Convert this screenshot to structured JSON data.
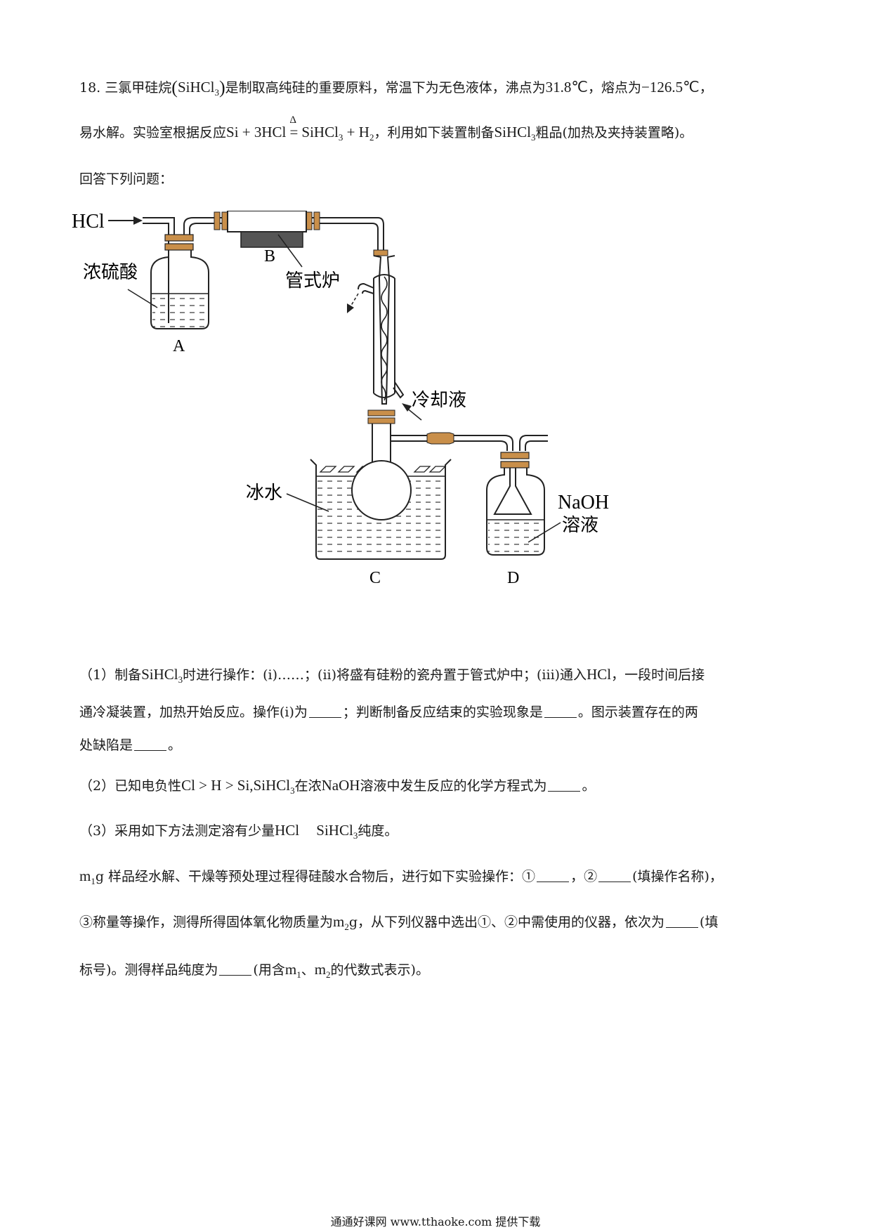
{
  "question": {
    "number": "18.",
    "intro_l1_a": "三氯甲硅烷",
    "formula_sihcl": "SiHCl",
    "sub3": "3",
    "intro_l1_b": "是制取高纯硅的重要原料，常温下为无色液体，沸点为",
    "bp": "31.8℃",
    "intro_l1_c": "，熔点为",
    "mp": "−126.5℃",
    "intro_l1_d": "，",
    "intro_l2_a": "易水解。实验室根据反应",
    "rxn_left": "Si + 3HCl",
    "delta": "Δ",
    "eq_sign": "=",
    "rxn_right_a": "SiHCl",
    "rxn_right_b": " + H",
    "sub2": "2",
    "intro_l2_b": "，利用如下装置制备",
    "intro_l2_c": "粗品(加热及夹持装置略)。",
    "intro_l3": "回答下列问题："
  },
  "diagram": {
    "hcl": "HCl",
    "acid": "浓硫酸",
    "label_a": "A",
    "label_b": "B",
    "furnace": "管式炉",
    "coolant": "冷却液",
    "ice_water": "冰水",
    "label_c": "C",
    "naoh": "NaOH",
    "solution": "溶液",
    "label_d": "D"
  },
  "part1": {
    "l1_a": "（1）制备",
    "l1_b": "时进行操作：(i)……；(ii)将盛有硅粉的瓷舟置于管式炉中；(iii)通入",
    "l1_hcl": "HCl",
    "l1_c": "，一段时间后接",
    "l2_a": "通冷凝装置，加热开始反应。操作(i)为",
    "l2_b": "；判断制备反应结束的实验现象是",
    "l2_c": "。图示装置存在的两",
    "l3_a": "处缺陷是",
    "l3_b": "。"
  },
  "part2": {
    "a": "（2）已知电负性",
    "b": "Cl > H > Si,",
    "c": "在浓",
    "naoh": "NaOH",
    "d": "溶液中发生反应的化学方程式为",
    "e": "。"
  },
  "part3": {
    "a": "（3）采用如下方法测定溶有少量",
    "hcl": "HCl",
    "b": "纯度。",
    "m": "m",
    "sub1": "1",
    "l2_a": "g 样品经水解、干燥等预处理过程得硅酸水合物后，进行如下实验操作：①",
    "l2_b": "，②",
    "l2_c": "(填操作名称)，",
    "l3_a": "③称量等操作，测得所得固体氧化物质量为",
    "l3_b": "g，从下列仪器中选出①、②中需使用的仪器，依次为",
    "l3_c": "(填",
    "l4_a": "标号)。测得样品纯度为",
    "l4_b": "(用含",
    "l4_c": "、",
    "l4_d": "的代数式表示)。"
  },
  "footer": "通通好课网 www.tthaoke.com 提供下载"
}
